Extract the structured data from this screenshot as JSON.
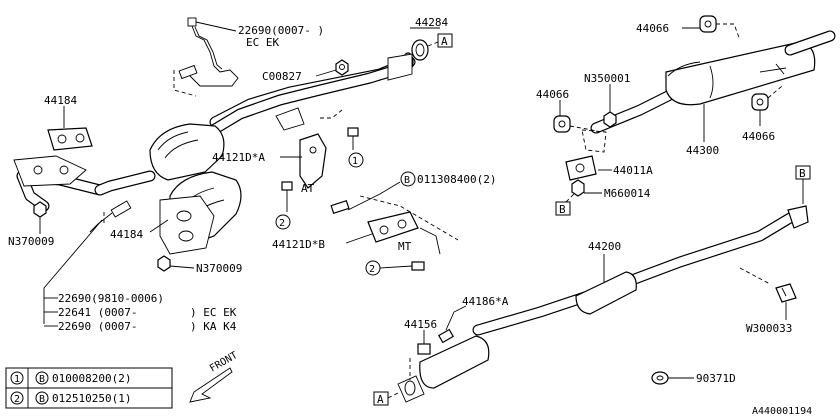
{
  "callouts": {
    "p22690_top": "22690(0007-     )",
    "p22690_top_sub": "EC EK",
    "p44284": "44284",
    "c00827": "C00827",
    "p44184_a": "44184",
    "p44184_b": "44184",
    "n370009_a": "N370009",
    "n370009_b": "N370009",
    "p44121d_a": "44121D*A",
    "p44121d_b": "44121D*B",
    "at": "AT",
    "mt": "MT",
    "b011308400": "011308400(2)",
    "p22690_9810": "22690(9810-0006)",
    "p22641": "22641 (0007-",
    "p22641_sub": ") EC EK",
    "p22690_0007": "22690 (0007-",
    "p22690_0007_sub": ") KA K4",
    "p44066_a": "44066",
    "p44066_b": "44066",
    "p44066_c": "44066",
    "n350001": "N350001",
    "p44300": "44300",
    "p44011a": "44011A",
    "m660014": "M660014",
    "p44200": "44200",
    "p44186a": "44186*A",
    "p44156": "44156",
    "w300033": "W300033",
    "p90371d": "90371D",
    "front": "FRONT",
    "ref_a": "A",
    "ref_b": "B",
    "circle1": "1",
    "circle2": "2",
    "circle_b": "B"
  },
  "legend": {
    "rows": [
      {
        "num": "1",
        "code": "B",
        "part": "010008200(2)"
      },
      {
        "num": "2",
        "code": "B",
        "part": "012510250(1)"
      }
    ]
  },
  "diagram_id": "A440001194"
}
